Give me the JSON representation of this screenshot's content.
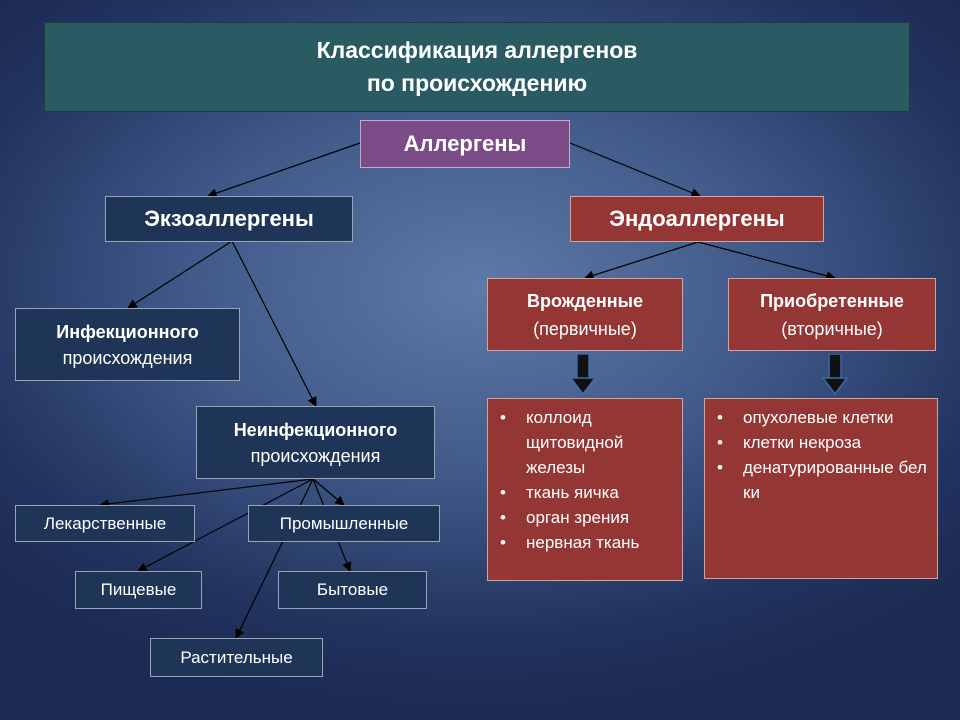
{
  "title": {
    "line1": "Классификация аллергенов",
    "line2": "по происхождению"
  },
  "nodes": {
    "root": "Аллергены",
    "exo": "Экзоаллергены",
    "endo": "Эндоаллергены",
    "infectious": {
      "line1": "Инфекционного",
      "line2": "происхождения"
    },
    "noninfectious": {
      "line1": "Неинфекционного",
      "line2": "происхождения"
    },
    "congenital": {
      "line1": "Врожденные",
      "line2": "(первичные)"
    },
    "acquired": {
      "line1": "Приобретенные",
      "line2": "(вторичные)"
    }
  },
  "noninfectious_types": {
    "drug": "Лекарственные",
    "industrial": "Промышленные",
    "food": "Пищевые",
    "household": "Бытовые",
    "plant": "Растительные"
  },
  "congenital_list": [
    "коллоид щитовидной железы",
    "ткань яичка",
    "орган зрения",
    "нервная ткань"
  ],
  "acquired_list": [
    "опухолевые клетки",
    "клетки некроза",
    "денатурированные белки"
  ],
  "colors": {
    "title_bg": "#2a5b62",
    "root_bg": "#7b4c87",
    "exo_bg": "#1f3558",
    "endo_bg": "#943634"
  }
}
